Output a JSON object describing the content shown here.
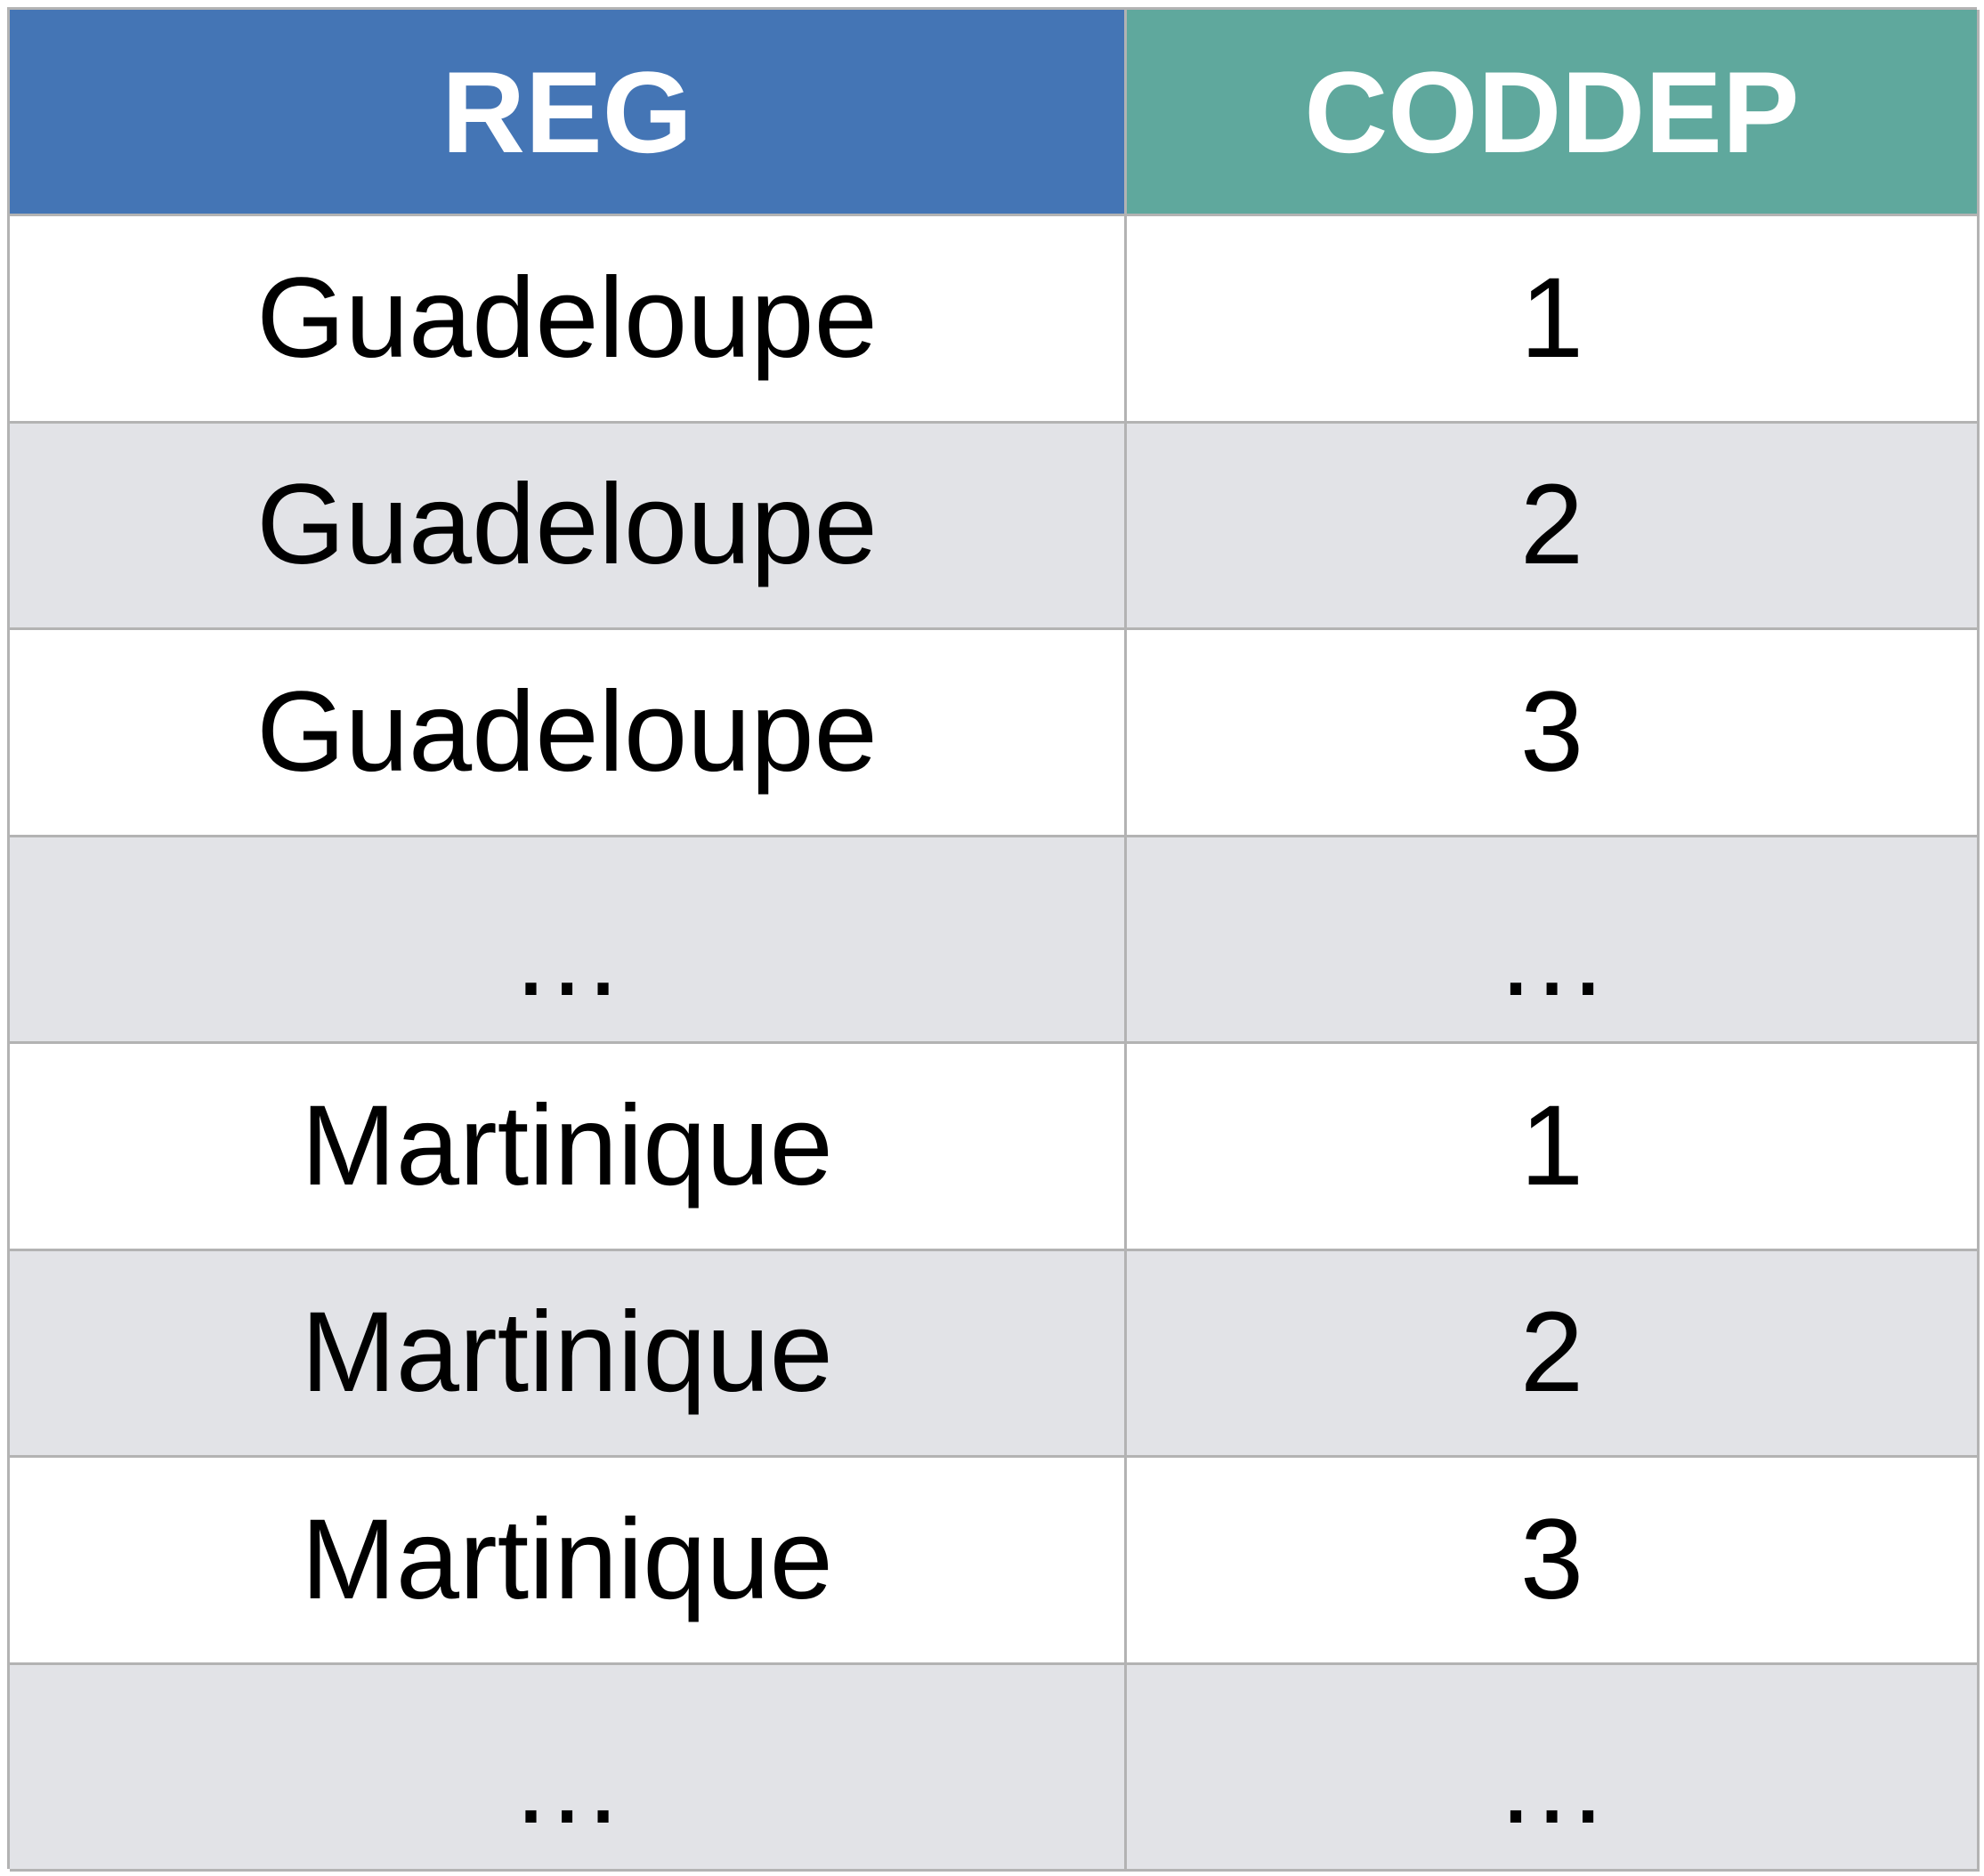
{
  "table": {
    "headers": [
      {
        "label": "REG",
        "bg": "#4475b5"
      },
      {
        "label": "CODDEP",
        "bg": "#5fa89d"
      }
    ],
    "rows": [
      {
        "reg": "Guadeloupe",
        "coddep": "1"
      },
      {
        "reg": "Guadeloupe",
        "coddep": "2"
      },
      {
        "reg": "Guadeloupe",
        "coddep": "3"
      },
      {
        "reg": "…",
        "coddep": "…"
      },
      {
        "reg": "Martinique",
        "coddep": "1"
      },
      {
        "reg": "Martinique",
        "coddep": "2"
      },
      {
        "reg": "Martinique",
        "coddep": "3"
      },
      {
        "reg": "…",
        "coddep": "…"
      }
    ],
    "row_colors": {
      "odd": "#ffffff",
      "even": "#e2e3e7"
    },
    "border_color": "#b3b3b3"
  }
}
